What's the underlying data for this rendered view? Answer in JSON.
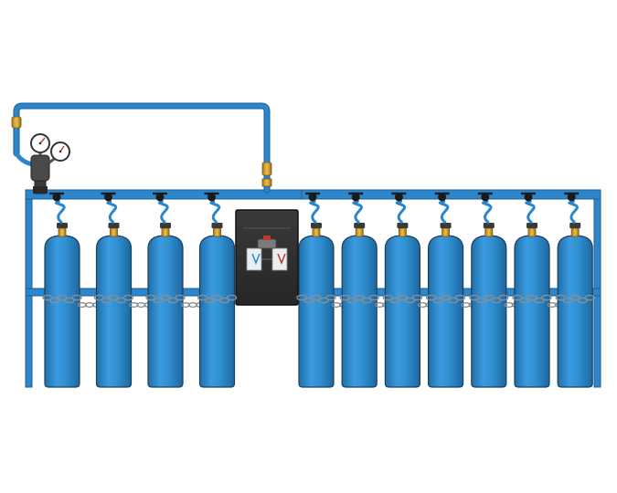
{
  "scene": {
    "description_visible_text": "",
    "background": "#ffffff"
  },
  "colors": {
    "cylinder": "#2f8fd0",
    "cylinder_dark": "#1f6fa8",
    "cylinder_outline": "#1c3f5e",
    "cylinder_highlight": "#5aaee5",
    "pipe": "#2b86cc",
    "pipe_outline": "#1f5f96",
    "valve": "#1a1a1a",
    "brass": "#d6a232",
    "brass_dark": "#9b6d14",
    "chain": "#8a8f95",
    "panel": "#2e2e2e",
    "panel_outline": "#111111",
    "gauge_face": "#ffffff",
    "regulator": "#4a4a4a"
  },
  "left_bank": {
    "cylinder_count": 4
  },
  "right_bank": {
    "cylinder_count": 7
  },
  "components": {
    "regulator_icon": "pressure-regulator",
    "gauge_icon": "pressure-gauge",
    "panel_icon": "changeover-panel",
    "valve_icon": "cylinder-valve",
    "chain_icon": "restraint-chain"
  }
}
